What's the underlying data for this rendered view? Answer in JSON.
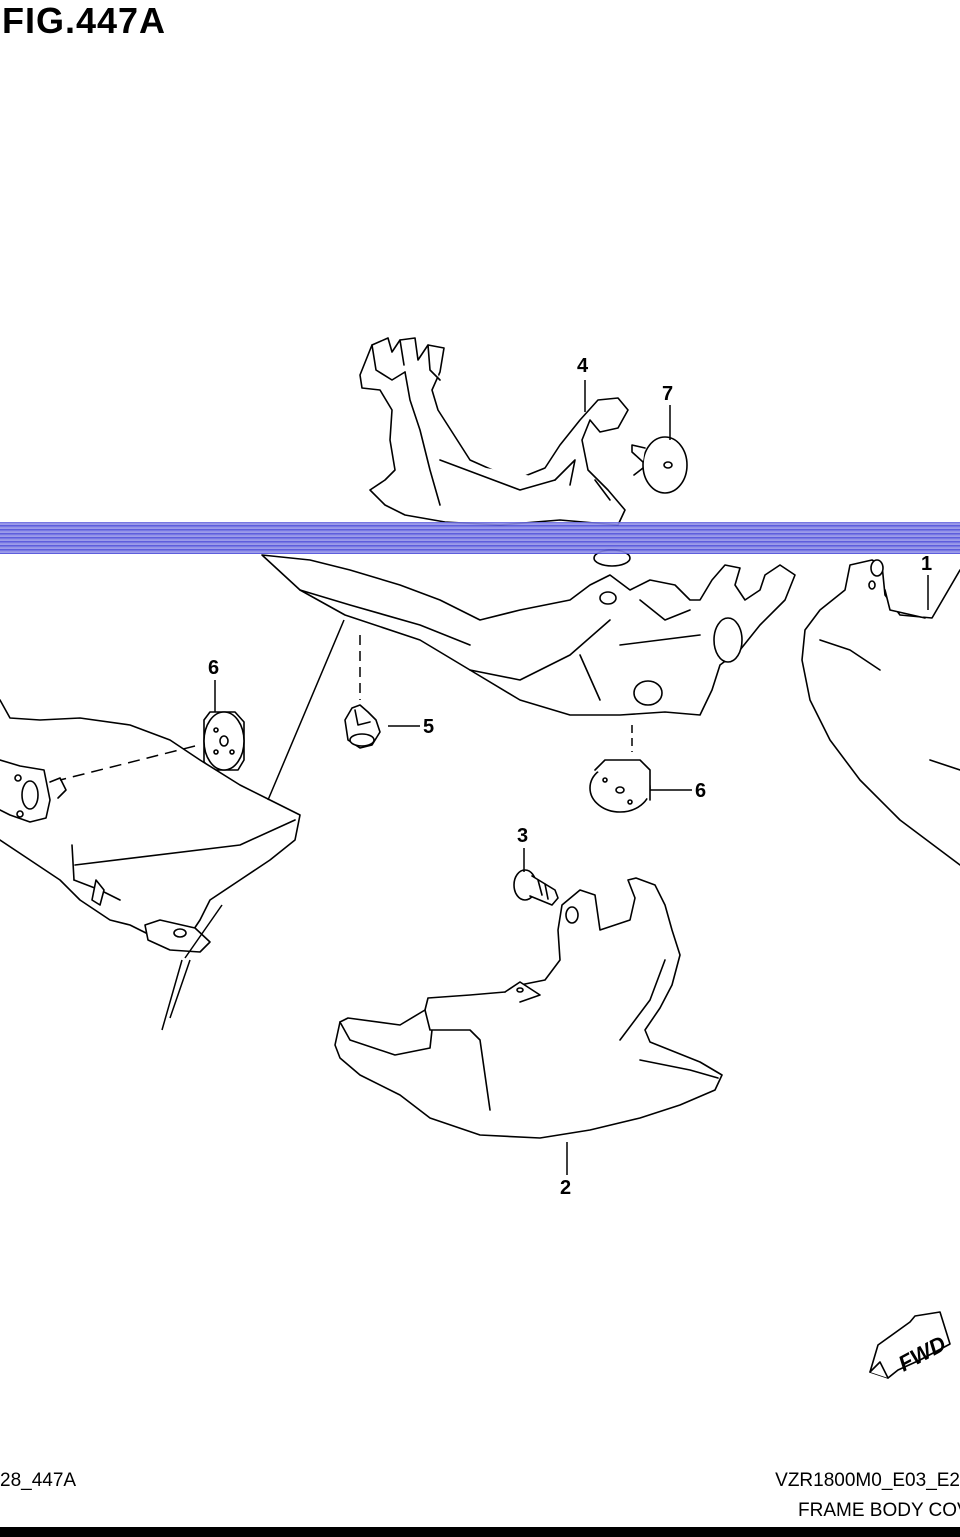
{
  "figure": {
    "title": "FIG.447A"
  },
  "callouts": [
    "1",
    "2",
    "3",
    "4",
    "5",
    "6",
    "6",
    "7"
  ],
  "fwd_label": "FWD",
  "footer": {
    "left_code": "28_447A",
    "left_code2": "",
    "model_code": "VZR1800M0_E03_E2",
    "section_title": "FRAME BODY COVER"
  },
  "colors": {
    "lines": "#000000",
    "scan_band": "#4a4ad8"
  }
}
